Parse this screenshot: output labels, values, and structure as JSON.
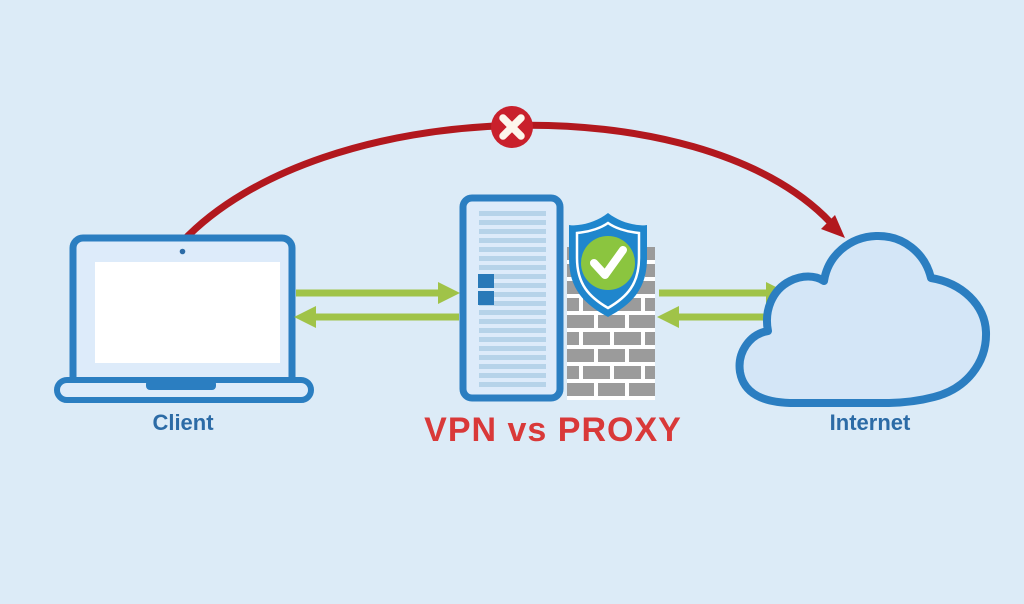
{
  "title": "VPN vs PROXY",
  "labels": {
    "client": "Client",
    "internet": "Internet",
    "title": "VPN vs PROXY"
  },
  "nodes": [
    {
      "id": "client",
      "label": "Client",
      "icon": "laptop-icon"
    },
    {
      "id": "vpn-proxy",
      "label": "",
      "icon": "server-icon, firewall-icon, shield-check-icon"
    },
    {
      "id": "internet",
      "label": "Internet",
      "icon": "cloud-icon"
    }
  ],
  "connections": [
    {
      "from": "client",
      "to": "vpn-proxy",
      "direction": "bidirectional",
      "status": "allowed",
      "color": "green"
    },
    {
      "from": "vpn-proxy",
      "to": "internet",
      "direction": "bidirectional",
      "status": "allowed",
      "color": "green"
    },
    {
      "from": "client",
      "to": "internet",
      "direction": "one-way-arc",
      "status": "blocked",
      "color": "red",
      "badge": "x-circle-icon"
    }
  ],
  "icons": [
    "laptop-icon",
    "server-icon",
    "firewall-icon",
    "shield-check-icon",
    "cloud-icon",
    "x-circle-icon",
    "arrow-right-icon",
    "arrow-left-icon"
  ],
  "colors": {
    "background": "#dcebf7",
    "outline_blue": "#2b7ec1",
    "label_blue": "#2c6ba6",
    "node_fill": "#ddebfa",
    "cloud_fill": "#d4e6f7",
    "screen_white": "#ffffff",
    "vent_blue": "#b6d3e9",
    "indicator_blue": "#2979b8",
    "arrow_green": "#a0c348",
    "shield_blue": "#1f86cd",
    "check_green": "#8bc53f",
    "brick_gray": "#9b9b9b",
    "mortar_white": "#ffffff",
    "blocked_arc_red": "#b2181e",
    "blocked_badge_red": "#c9202c",
    "title_red": "#d93939"
  }
}
